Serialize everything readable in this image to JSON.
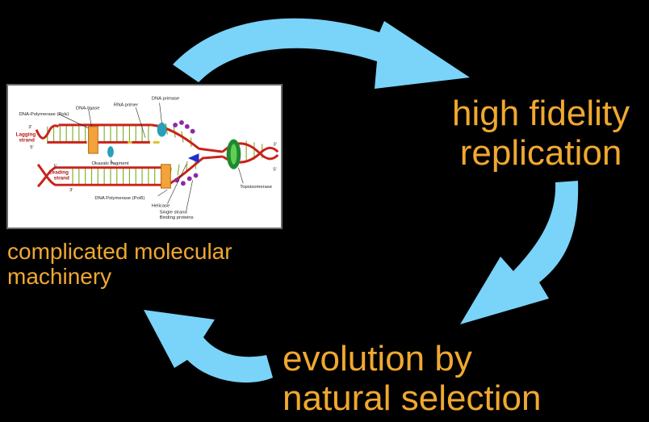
{
  "cycle": {
    "stage_replication": {
      "line1": "high fidelity",
      "line2": "replication"
    },
    "stage_machinery": {
      "line1": "complicated molecular",
      "line2": "machinery"
    },
    "stage_evolution": {
      "line1": "evolution by",
      "line2": "natural selection"
    }
  },
  "dna_figure": {
    "labels": {
      "dna_primase": "DNA primase",
      "rna_primer": "RNA primer",
      "dna_ligase": "DNA-ligase",
      "dna_polymerase_pol_epsilon": "DNA-Polymerase (Polε)",
      "lagging_strand_line1": "Lagging",
      "lagging_strand_line2": "strand",
      "leading_strand_line1": "Leading",
      "leading_strand_line2": "strand",
      "okazaki_fragment": "Okazaki fragment",
      "dna_polymerase_pol_delta": "DNA Polymerase (Polδ)",
      "helicase": "Helicase",
      "ssb_line1": "Single strand",
      "ssb_line2": "Binding proteins",
      "topoisomerase": "Topoisomerase",
      "end_3_top_left": "3'",
      "end_5_left": "5'",
      "end_5_leading": "5'",
      "end_3_leading": "3'",
      "end_3_right": "3'",
      "end_5_right": "5'"
    }
  },
  "colors": {
    "arrow": "#7ad3f8",
    "label": "#f0a830",
    "background": "#000000"
  }
}
